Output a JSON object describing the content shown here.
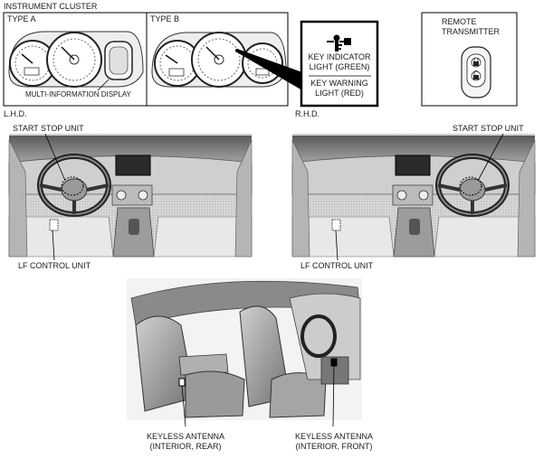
{
  "instrument_cluster": {
    "title": "INSTRUMENT CLUSTER",
    "type_a": "TYPE A",
    "type_b": "TYPE B",
    "multi_info_display": "MULTI-INFORMATION DISPLAY",
    "key_indicator": [
      "KEY INDICATOR",
      "LIGHT (GREEN)"
    ],
    "key_warning": [
      "KEY WARNING",
      "LIGHT (RED)"
    ]
  },
  "remote": {
    "label": [
      "REMOTE",
      "TRANSMITTER"
    ]
  },
  "lhd": {
    "tag": "L.H.D.",
    "start_stop": "START STOP UNIT",
    "lf_control": "LF CONTROL UNIT"
  },
  "rhd": {
    "tag": "R.H.D.",
    "start_stop": "START STOP UNIT",
    "lf_control": "LF CONTROL UNIT"
  },
  "interior": {
    "rear_antenna": [
      "KEYLESS ANTENNA",
      "(INTERIOR, REAR)"
    ],
    "front_antenna": [
      "KEYLESS ANTENNA",
      "(INTERIOR, FRONT)"
    ]
  },
  "icons": [
    "key-indicator-icon",
    "remote-transmitter-icon",
    "lock-button-icon",
    "unlock-button-icon",
    "steering-wheel-icon"
  ]
}
